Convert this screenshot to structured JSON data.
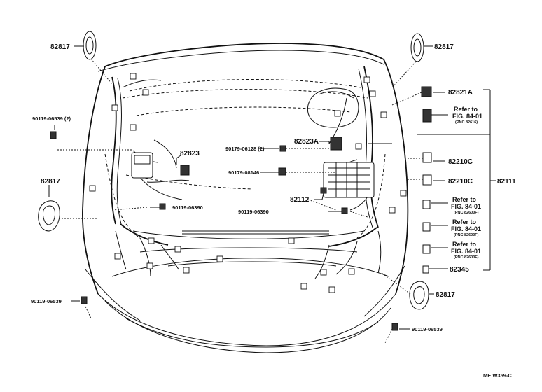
{
  "labels": {
    "l_82817_tl": "82817",
    "l_82817_tr": "82817",
    "l_82817_ml": "82817",
    "l_82817_br": "82817",
    "l_90119_06539_2": "90119-06539 (2)",
    "l_90119_06539_bl": "90119-06539",
    "l_90119_06539_br": "90119-06539",
    "l_82823": "82823",
    "l_82823A": "82823A",
    "l_90179_06128": "90179-06128 (2)",
    "l_90179_08146": "90179-08146",
    "l_90119_06390_l": "90119-06390",
    "l_90119_06390_r": "90119-06390",
    "l_82112": "82112",
    "l_82821A": "82821A",
    "l_82210C_a": "82210C",
    "l_82210C_b": "82210C",
    "l_82111": "82111",
    "l_82345": "82345"
  },
  "refs": [
    {
      "line1": "Refer to",
      "line2": "FIG. 84-01",
      "pnc": "(PNC 82616)"
    },
    {
      "line1": "Refer to",
      "line2": "FIG. 84-01",
      "pnc": "(PNC 82600F)"
    },
    {
      "line1": "Refer to",
      "line2": "FIG. 84-01",
      "pnc": "(PNC 82600F)"
    },
    {
      "line1": "Refer to",
      "line2": "FIG. 84-01",
      "pnc": "(PNC 82600F)"
    }
  ],
  "catalog_code": "ME  W359-C"
}
